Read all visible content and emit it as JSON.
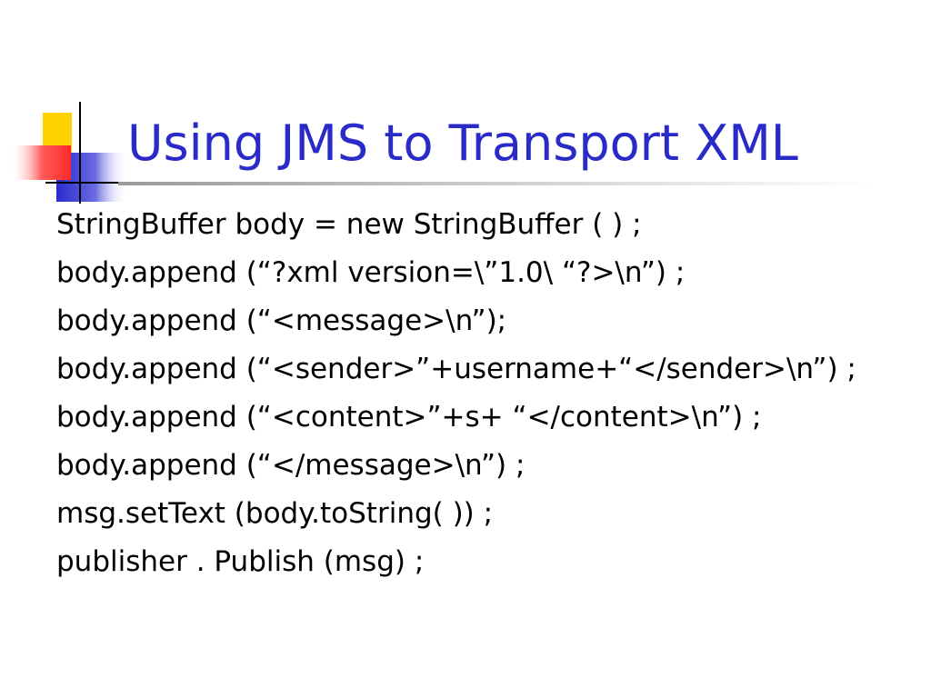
{
  "slide": {
    "title": "Using JMS to Transport XML",
    "lines": [
      "StringBuffer body = new StringBuffer ( ) ;",
      "body.append (“?xml version=\\”1.0\\ “?>\\n”) ;",
      "body.append (“<message>\\n”);",
      "body.append (“<sender>”+username+“</sender>\\n”) ;",
      "body.append (“<content>”+s+ “</content>\\n”) ;",
      "body.append (“</message>\\n”) ;",
      "msg.setText (body.toString( )) ;",
      "publisher . Publish (msg) ;"
    ]
  },
  "colors": {
    "title": "#2a2ac8",
    "logo_yellow": "#ffd200",
    "logo_blue": "#2a2ad0",
    "logo_red": "#ff3030",
    "rule": "#b9b9b9"
  }
}
